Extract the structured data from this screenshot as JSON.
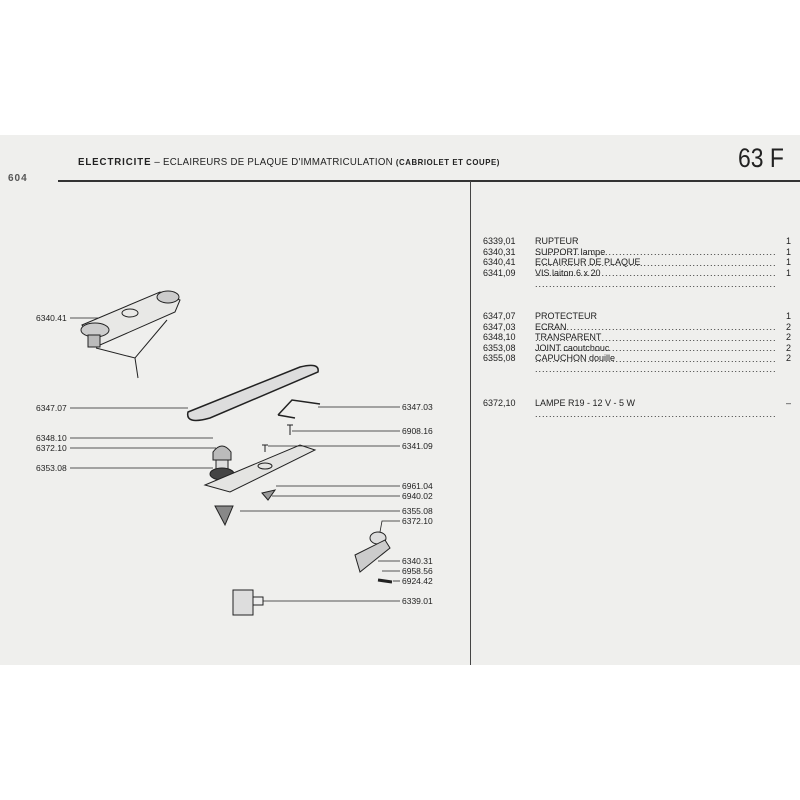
{
  "header": {
    "section": "ELECTRICITE",
    "dash": "–",
    "title": "ECLAIREURS DE PLAQUE D'IMMATRICULATION",
    "subtitle": "(CABRIOLET ET COUPE)",
    "page_number": "63 F",
    "model_logo": "604"
  },
  "parts_groups": [
    [
      {
        "code": "6339,01",
        "desc": "RUPTEUR",
        "qty": "1"
      },
      {
        "code": "6340,31",
        "desc": "SUPPORT lampe",
        "qty": "1"
      },
      {
        "code": "6340,41",
        "desc": "ECLAIREUR DE PLAQUE",
        "qty": "1"
      },
      {
        "code": "6341,09",
        "desc": "VIS laiton 6 x 20",
        "qty": "1"
      }
    ],
    [
      {
        "code": "6347,07",
        "desc": "PROTECTEUR",
        "qty": "1"
      },
      {
        "code": "6347,03",
        "desc": "ECRAN",
        "qty": "2"
      },
      {
        "code": "6348,10",
        "desc": "TRANSPARENT",
        "qty": "2"
      },
      {
        "code": "6353,08",
        "desc": "JOINT caoutchouc",
        "qty": "2"
      },
      {
        "code": "6355,08",
        "desc": "CAPUCHON douille",
        "qty": "2"
      }
    ],
    [
      {
        "code": "6372,10",
        "desc": "LAMPE R19 - 12 V - 5 W",
        "qty": "–"
      }
    ]
  ],
  "diagram_labels": {
    "left": [
      "6340.41",
      "6347.07",
      "6348.10",
      "6372.10",
      "6353.08"
    ],
    "right": [
      "6347.03",
      "6908.16",
      "6341.09",
      "6961.04",
      "6940.02",
      "6355.08",
      "6372.10",
      "6340.31",
      "6958.56",
      "6924.42",
      "6339.01"
    ]
  }
}
